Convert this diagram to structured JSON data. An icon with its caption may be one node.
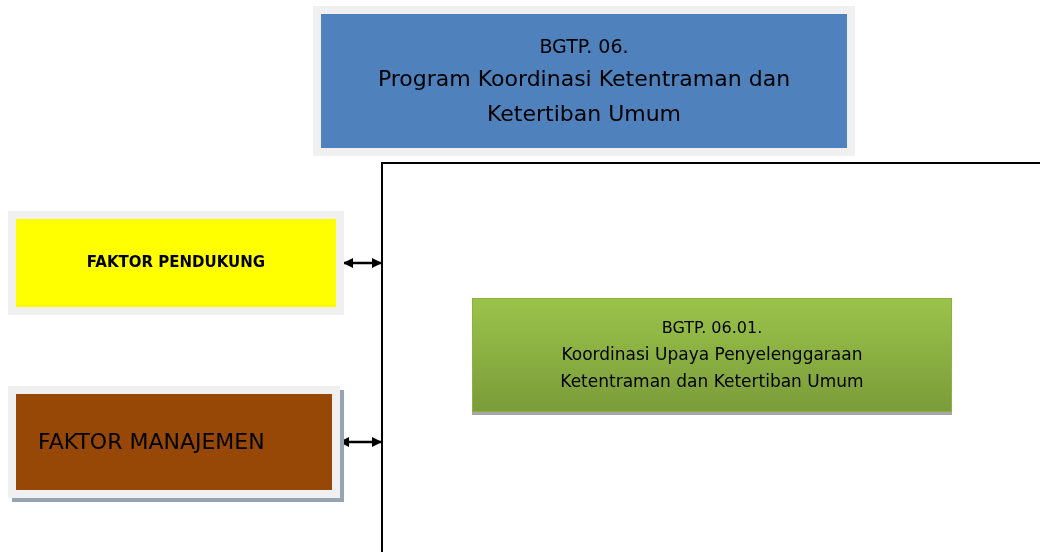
{
  "diagram": {
    "nodes": [
      {
        "text": [
          "BGTP. 06.",
          "Program Koordinasi Ketentraman dan Ketertiban Umum"
        ]
      },
      {
        "text": [
          "FAKTOR PENDUKUNG"
        ]
      },
      {
        "text": [
          "FAKTOR MANAJEMEN"
        ]
      },
      {
        "text": [],
        "shape": "box"
      },
      {
        "text": [
          "BGTP. 06.01.",
          "Koordinasi Upaya Penyelenggaraan Ketentraman dan Ketertiban Umum"
        ],
        "in": 3
      }
    ],
    "edges": [
      {
        "from": 1,
        "to": 3,
        "arrow": "both"
      },
      {
        "from": 2,
        "to": 3,
        "arrow": "both"
      }
    ]
  }
}
